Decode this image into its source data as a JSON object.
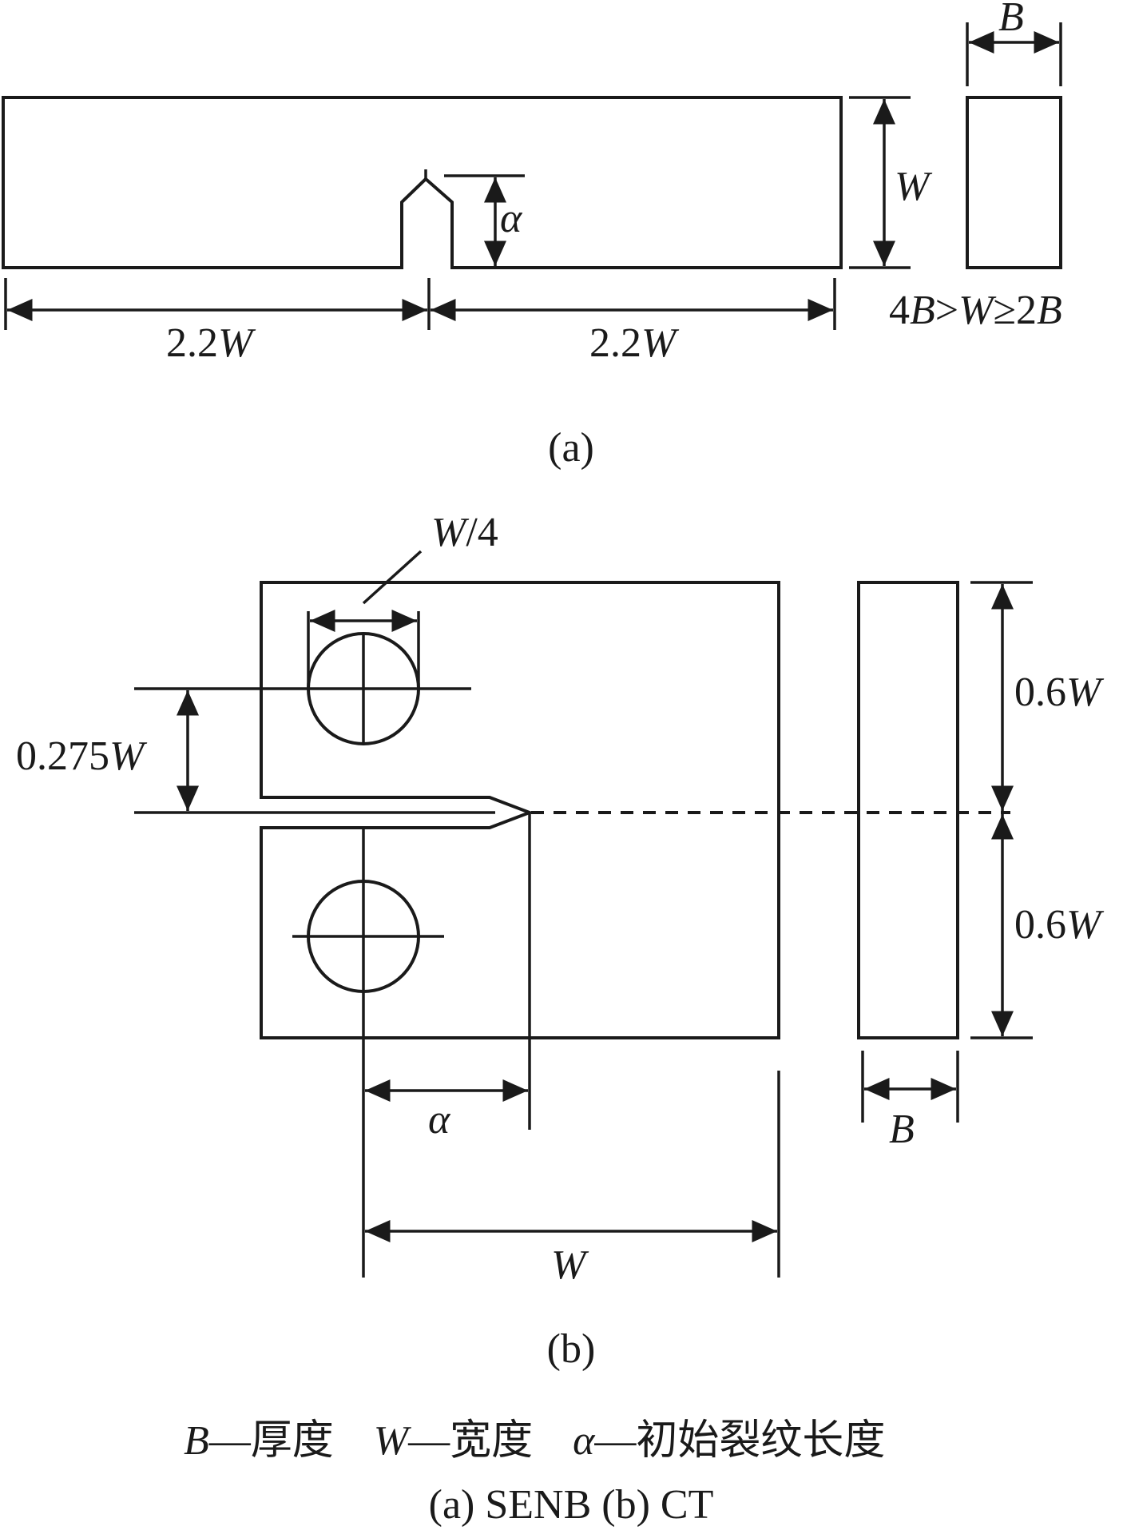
{
  "senb": {
    "panel_label": "(a)",
    "a_label": "α",
    "w_label": "W",
    "b_label": "B",
    "len_left_coef": "2.2",
    "len_left_var": "W",
    "len_right_coef": "2.2",
    "len_right_var": "W",
    "cond_1": "4",
    "cond_2": "B",
    "cond_3": ">",
    "cond_4": "W",
    "cond_5": "≥",
    "cond_6": "2",
    "cond_7": "B"
  },
  "ct": {
    "panel_label": "(b)",
    "hole_var": "W",
    "hole_den": "/4",
    "offset_coef": "0.275",
    "offset_var": "W",
    "a_label": "α",
    "w_label": "W",
    "b_label": "B",
    "h_top_coef": "0.6",
    "h_top_var": "W",
    "h_bottom_coef": "0.6",
    "h_bottom_var": "W"
  },
  "legend": {
    "b_sym": "B",
    "b_desc": "—厚度",
    "w_sym": "W",
    "w_desc": "—宽度",
    "a_sym": "α",
    "a_desc": "—初始裂纹长度",
    "caption": "(a) SENB    (b) CT"
  }
}
